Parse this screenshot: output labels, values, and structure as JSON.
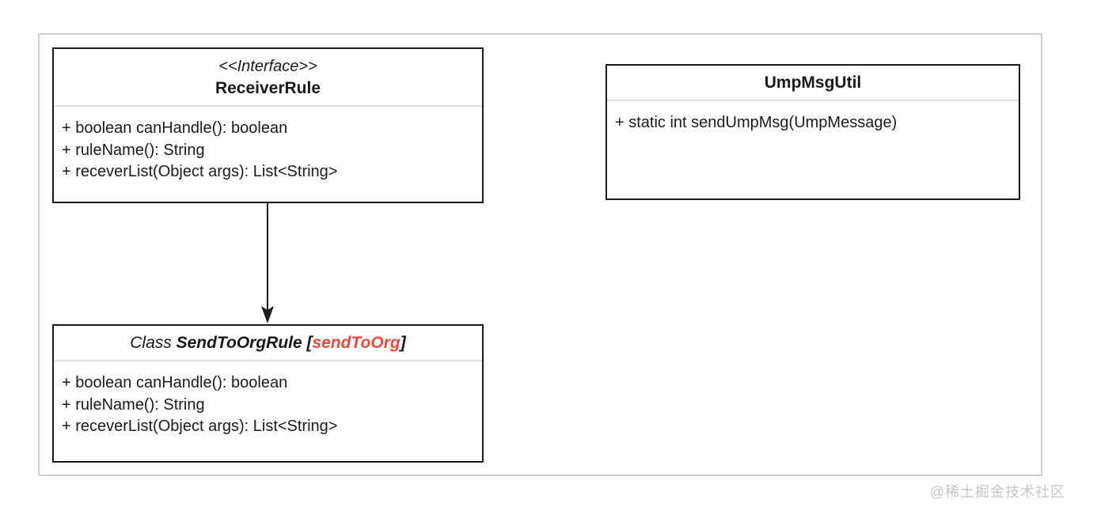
{
  "interface_box": {
    "stereotype": "<<Interface>>",
    "name": "ReceiverRule",
    "methods": [
      "+ boolean canHandle(): boolean",
      "+ ruleName(): String",
      "+ receverList(Object args): List<String>"
    ]
  },
  "util_box": {
    "name": "UmpMsgUtil",
    "methods": [
      "+ static int sendUmpMsg(UmpMessage)"
    ]
  },
  "class_box": {
    "title_prefix": "Class ",
    "name": "SendToOrgRule",
    "bracket_open": " [",
    "tag": "sendToOrg",
    "bracket_close": "]",
    "methods": [
      "+ boolean canHandle(): boolean",
      "+ ruleName(): String",
      "+ receverList(Object args): List<String>"
    ]
  },
  "watermark": "@稀土掘金技术社区",
  "colors": {
    "tag_red": "#e84a3d",
    "box_border": "#1a1a1a",
    "divider_gray": "#dcdcdc",
    "frame_gray": "#cfcfcf",
    "watermark_gray": "#c6c6c6"
  }
}
